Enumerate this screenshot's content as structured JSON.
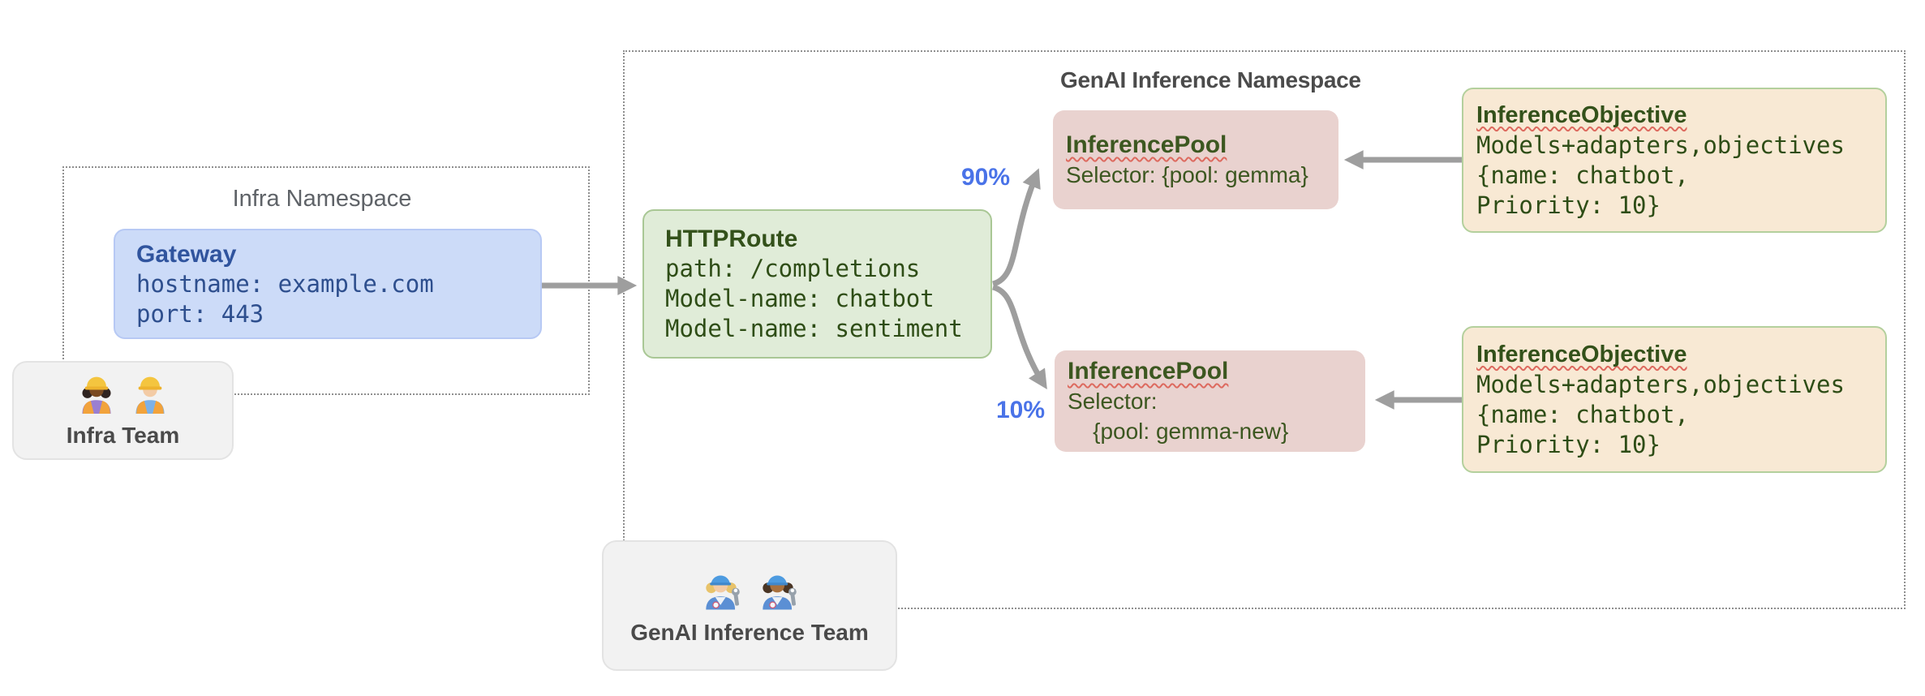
{
  "infra_namespace": {
    "label": "Infra Namespace"
  },
  "gateway": {
    "title": "Gateway",
    "line1": "hostname: example.com",
    "line2": "port: 443"
  },
  "infra_team": {
    "label": "Infra Team"
  },
  "genai_namespace": {
    "label": "GenAI Inference Namespace"
  },
  "httproute": {
    "title": "HTTPRoute",
    "line1": "path: /completions",
    "line2": "Model-name: chatbot",
    "line3": "Model-name: sentiment"
  },
  "routing": {
    "top_weight": "90%",
    "bottom_weight": "10%"
  },
  "pool_top": {
    "title": "InferencePool",
    "line1": "Selector: {pool: gemma}"
  },
  "pool_bottom": {
    "title": "InferencePool",
    "line1": "Selector:",
    "line2": "    {pool: gemma-new}"
  },
  "objective_top": {
    "title": "InferenceObjective",
    "line1": "Models+adapters,objectives",
    "line2": "{name: chatbot,",
    "line3": "Priority: 10}"
  },
  "objective_bottom": {
    "title": "InferenceObjective",
    "line1": "Models+adapters,objectives",
    "line2": "{name: chatbot,",
    "line3": "Priority: 10}"
  },
  "genai_team": {
    "label": "GenAI Inference Team"
  },
  "colors": {
    "gateway_fill": "#ccdbf8",
    "httproute_fill": "#e0ecd8",
    "pool_fill": "#e9d2cf",
    "objective_fill": "#f8e9d4",
    "team_fill": "#f2f2f2",
    "arrow_gray": "#9e9e9e",
    "percent_blue": "#4a73e8",
    "squiggle_red": "#dd6a5f",
    "dark_green_text": "#2e4d16",
    "navy_text": "#2e4f8e"
  }
}
